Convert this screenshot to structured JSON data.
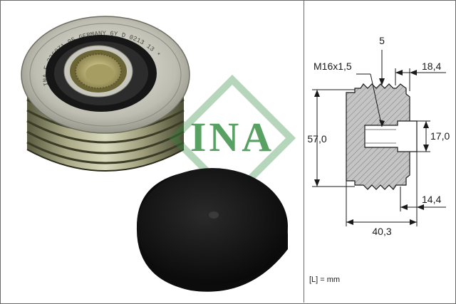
{
  "product": {
    "part_engraving": "INA F-236071.05 GERMANY 6Y D 0213 13 *"
  },
  "logo": {
    "text": "INA",
    "color": "#2f8a3c"
  },
  "dimensions": {
    "thread": "M16x1,5",
    "groove_width": "5",
    "width_top": "18,4",
    "outer_diameter": "57,0",
    "inner_diameter": "17,0",
    "width_bottom": "14,4",
    "overall_length": "40,3",
    "unit_note": "[L] = mm"
  },
  "colors": {
    "border": "#6a6a6a",
    "section_gray": "#b8b8b8",
    "logo_green": "#2f8a3c"
  }
}
